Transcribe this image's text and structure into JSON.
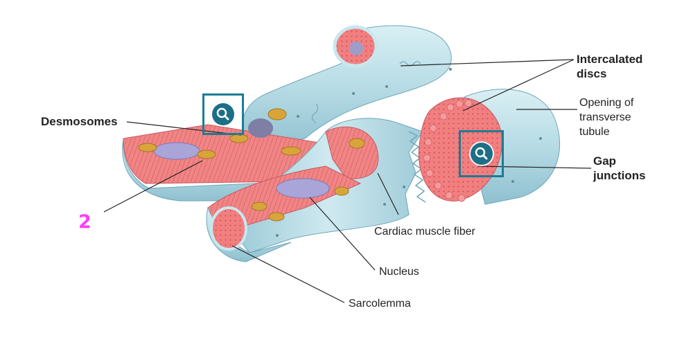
{
  "labels": {
    "intercalated_discs": [
      "Intercalated",
      "discs"
    ],
    "opening_of_transverse_tubule": [
      "Opening of",
      "transverse",
      "tubule"
    ],
    "desmosomes": "Desmosomes",
    "gap_junctions": [
      "Gap",
      "junctions"
    ],
    "unknown_marker": "2",
    "cardiac_muscle_fiber": "Cardiac muscle fiber",
    "nucleus": "Nucleus",
    "sarcolemma": "Sarcolemma"
  },
  "zoom_buttons": [
    {
      "target": "desmosomes",
      "icon": "magnifier-icon"
    },
    {
      "target": "gap-junctions",
      "icon": "magnifier-icon"
    }
  ],
  "colors": {
    "fiber_surface": "#bfe1ea",
    "fiber_cut": "#f07a7a",
    "nucleus": "#a9a4d8",
    "mitochondria": "#d9a43a",
    "marker": "#ff3cff",
    "zoom_frame": "#1b7c93"
  }
}
